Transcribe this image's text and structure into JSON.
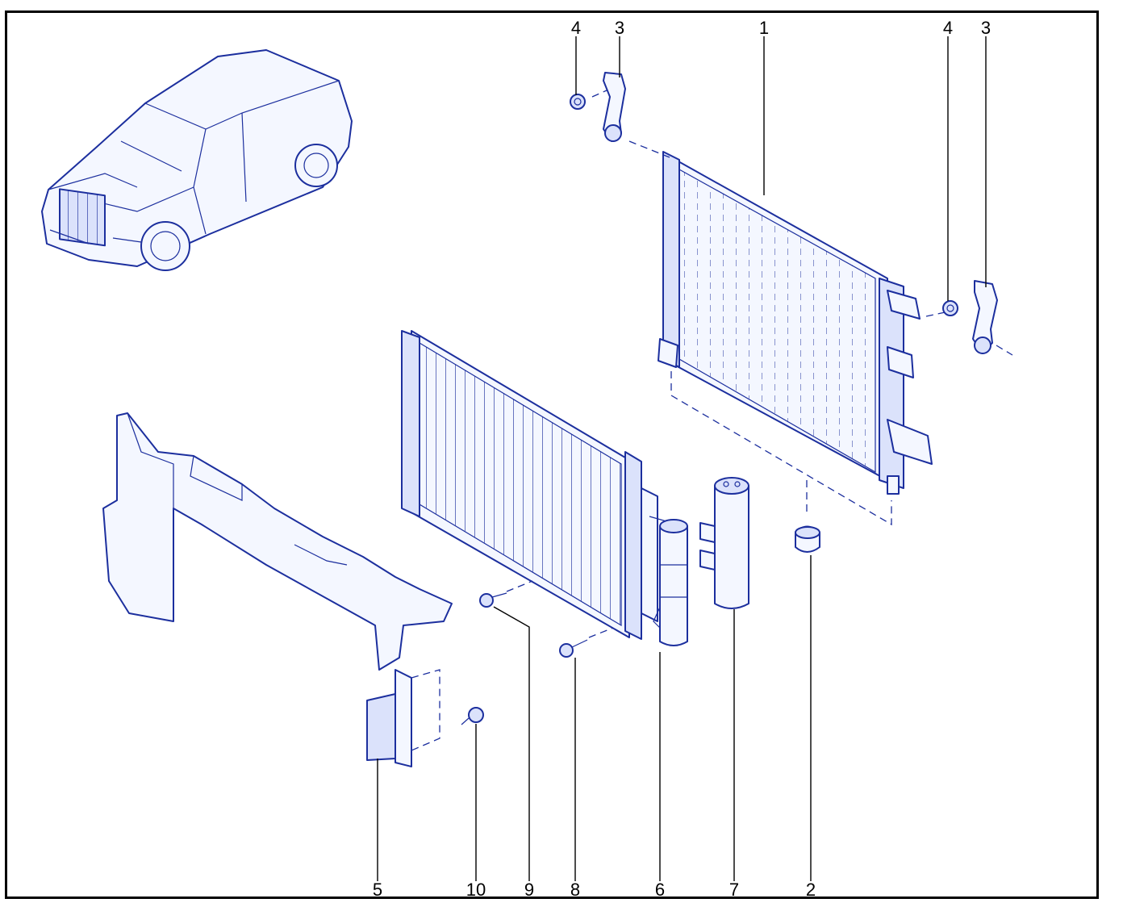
{
  "callouts": [
    {
      "id": "c1a",
      "label": "1"
    },
    {
      "id": "c3a",
      "label": "3"
    },
    {
      "id": "c4a",
      "label": "4"
    },
    {
      "id": "c4b",
      "label": "4"
    },
    {
      "id": "c3b",
      "label": "3"
    },
    {
      "id": "c5",
      "label": "5"
    },
    {
      "id": "c10",
      "label": "10"
    },
    {
      "id": "c9",
      "label": "9"
    },
    {
      "id": "c8",
      "label": "8"
    },
    {
      "id": "c6",
      "label": "6"
    },
    {
      "id": "c7",
      "label": "7"
    },
    {
      "id": "c2",
      "label": "2"
    }
  ],
  "colors": {
    "line": "#1c2f9e",
    "fill": "#f4f7ff",
    "shade": "#dbe2fb",
    "frame": "#000000"
  }
}
